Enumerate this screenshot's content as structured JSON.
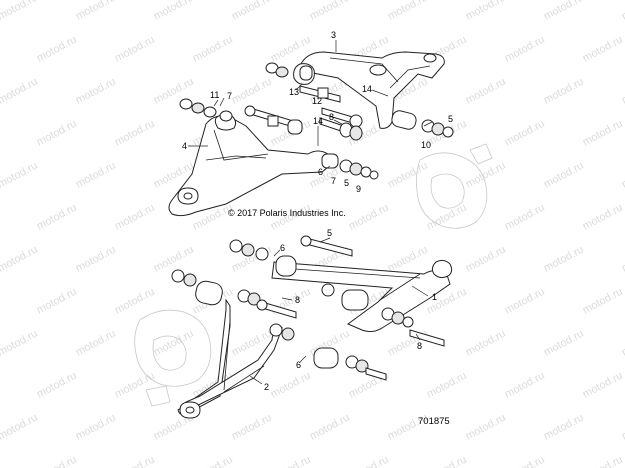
{
  "watermark": {
    "text": "motod.ru"
  },
  "copyright": "© 2017 Polaris Industries Inc.",
  "reference_number": "701875",
  "callouts": {
    "c1": "1",
    "c2": "2",
    "c3": "3",
    "c4": "4",
    "c5a": "5",
    "c5b": "5",
    "c5c": "5",
    "c6a": "6",
    "c6b": "6",
    "c6c": "6",
    "c7a": "7",
    "c7b": "7",
    "c8a": "8",
    "c8b": "8",
    "c8c": "8",
    "c9": "9",
    "c10": "10",
    "c11": "11",
    "c12": "12",
    "c13": "13",
    "c14a": "14",
    "c14b": "14"
  }
}
